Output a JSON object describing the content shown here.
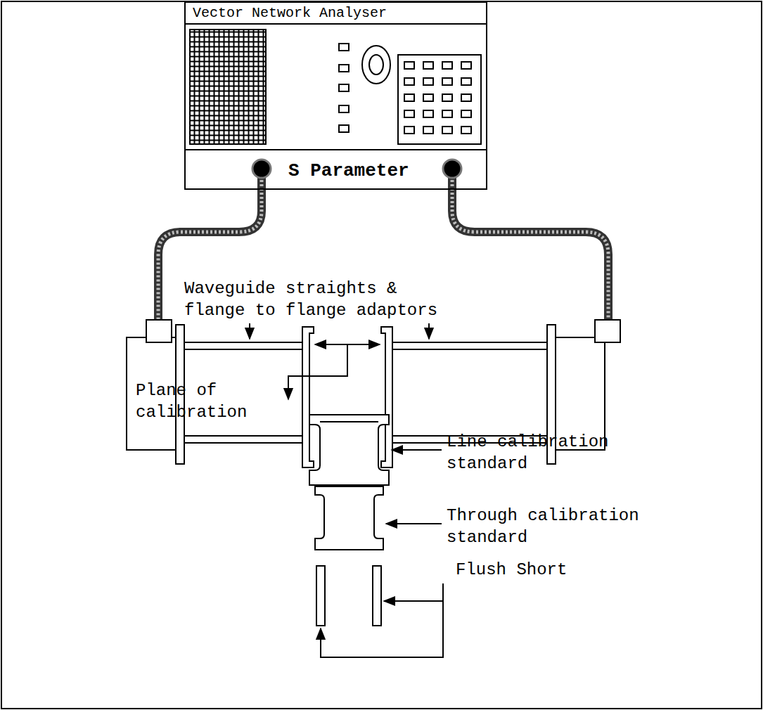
{
  "diagram": {
    "nodes": [
      {
        "text": [
          "Vector Network Analyser",
          "S Parameter"
        ]
      }
    ],
    "labels": [
      "Waveguide straights & flange to flange adaptors",
      "Plane of calibration",
      "Line calibration standard",
      "Through calibration standard",
      "Flush Short"
    ]
  }
}
